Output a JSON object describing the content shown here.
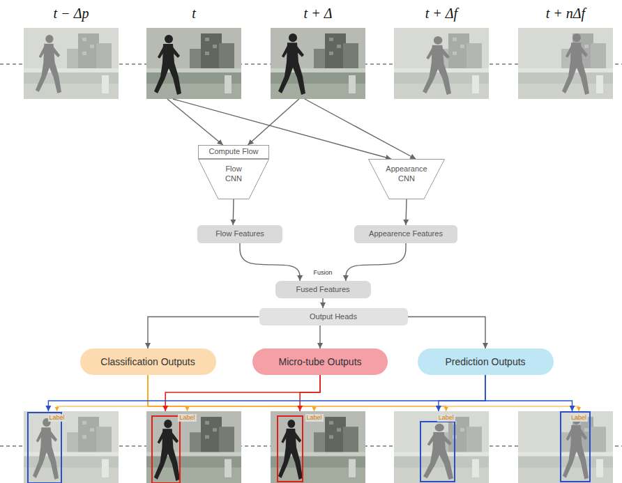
{
  "diagram": {
    "nodes": [
      {
        "text": [
          "t − Δp"
        ]
      },
      {
        "text": [
          "t"
        ]
      },
      {
        "text": [
          "t + Δ"
        ]
      },
      {
        "text": [
          "t + Δf"
        ]
      },
      {
        "text": [
          "t + nΔf"
        ]
      },
      {
        "text": [
          "Compute Flow"
        ]
      },
      {
        "text": [
          "Flow CNN"
        ]
      },
      {
        "text": [
          "Appearance CNN"
        ]
      },
      {
        "text": [
          "Flow Features"
        ]
      },
      {
        "text": [
          "Appearence Features"
        ]
      },
      {
        "text": [
          "Fused Features"
        ]
      },
      {
        "text": [
          "Output Heads"
        ]
      },
      {
        "text": [
          "Classification Outputs"
        ]
      },
      {
        "text": [
          "Micro-tube Outputs"
        ]
      },
      {
        "text": [
          "Prediction Outputs"
        ]
      },
      {
        "text": [
          "Label"
        ]
      },
      {
        "text": [
          "Label"
        ]
      },
      {
        "text": [
          "Label"
        ]
      },
      {
        "text": [
          "Label"
        ]
      },
      {
        "text": [
          "Label"
        ]
      }
    ],
    "edges": [
      {
        "from": 1,
        "to": 5,
        "arrow": "to"
      },
      {
        "from": 2,
        "to": 5,
        "arrow": "to"
      },
      {
        "from": 1,
        "to": 7,
        "arrow": "to"
      },
      {
        "from": 2,
        "to": 7,
        "arrow": "to"
      },
      {
        "from": 6,
        "to": 8,
        "arrow": "to"
      },
      {
        "from": 7,
        "to": 9,
        "arrow": "to"
      },
      {
        "from": 8,
        "to": 10,
        "arrow": "to"
      },
      {
        "from": 9,
        "to": 10,
        "arrow": "to"
      },
      {
        "from": 10,
        "to": 11,
        "arrow": "to"
      },
      {
        "from": 11,
        "to": 12,
        "arrow": "to"
      },
      {
        "from": 11,
        "to": 13,
        "arrow": "to"
      },
      {
        "from": 11,
        "to": 14,
        "arrow": "to"
      },
      {
        "from": 12,
        "to": 15,
        "arrow": "to"
      },
      {
        "from": 12,
        "to": 16,
        "arrow": "to"
      },
      {
        "from": 12,
        "to": 17,
        "arrow": "to"
      },
      {
        "from": 12,
        "to": 18,
        "arrow": "to"
      },
      {
        "from": 12,
        "to": 19,
        "arrow": "to"
      },
      {
        "from": 13,
        "to": 16,
        "arrow": "to"
      },
      {
        "from": 13,
        "to": 17,
        "arrow": "to"
      },
      {
        "from": 14,
        "to": 15,
        "arrow": "to"
      },
      {
        "from": 14,
        "to": 18,
        "arrow": "to"
      },
      {
        "from": 14,
        "to": 19,
        "arrow": "to"
      }
    ],
    "labels": [
      "Fusion"
    ]
  }
}
